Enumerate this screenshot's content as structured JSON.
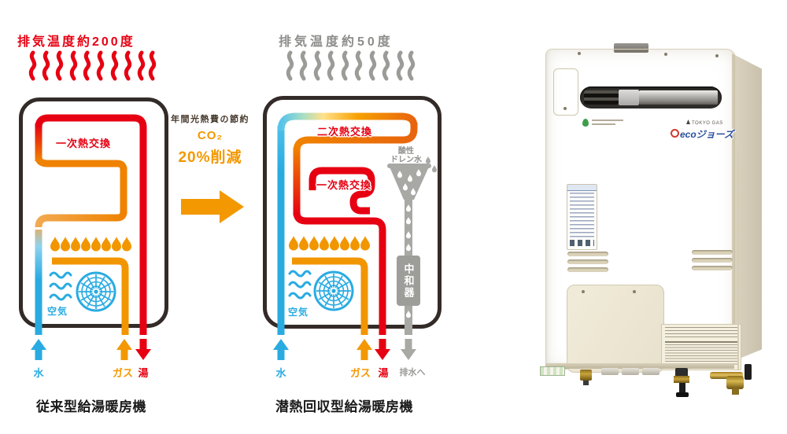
{
  "colors": {
    "red": "#e60012",
    "orange": "#f39800",
    "gas_orange": "#f29600",
    "blue": "#29abe2",
    "gray": "#9b9b98",
    "box_border": "#332b28"
  },
  "left_diagram": {
    "heading": "排気温度約200度",
    "primary_label": "一次熱交換",
    "air_label": "空気",
    "water_label": "水",
    "gas_label": "ガス",
    "hot_label": "湯",
    "title": "従来型給湯暖房機"
  },
  "transition": {
    "note": "年間光熱費の節約",
    "co2": "CO₂",
    "reduction": "20%削減"
  },
  "right_diagram": {
    "heading": "排気温度約50度",
    "secondary_label": "二次熱交換",
    "primary_label": "一次熱交換",
    "drain_line1": "酸性",
    "drain_line2": "ドレン水",
    "neutralizer_label": "中和器",
    "air_label": "空気",
    "water_label": "水",
    "gas_label": "ガス",
    "hot_label": "湯",
    "drain_out_label": "排水へ",
    "title": "潜熱回収型給湯暖房機"
  },
  "product": {
    "brand": "TOKYO GAS",
    "logo": "ecoジョーズ"
  }
}
